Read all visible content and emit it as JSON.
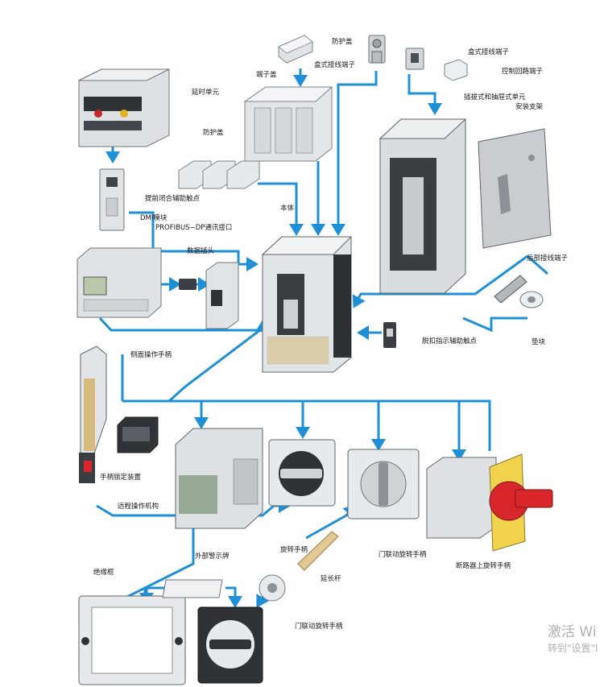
{
  "colors": {
    "connector_blue": "#1f8fd6",
    "device_body": "#e6e8ea",
    "device_dark": "#3a3d42",
    "handle_red": "#d8262a",
    "handle_yellow": "#f3c21b"
  },
  "labels": {
    "protective_cover_top": "防护盖",
    "box_terminal_top": "盒式接线端子",
    "box_terminal_right": "盒式接线端子",
    "control_circuit_terminal": "控制回路端子",
    "terminal_cover": "端子盖",
    "delay_unit": "延时单元",
    "plugin_withdrawable_unit": "插拔式和抽屉式单元",
    "mounting_bracket": "安装支架",
    "protective_cover_mid": "防护盖",
    "early_make_aux_contact": "提前闭合辅助触点",
    "dmi_module": "DMI模块",
    "profibus_interface": "PROFIBUS−DP通讯接口",
    "data_plug": "数据插头",
    "main_body": "本体",
    "rear_terminal": "后部接线端子",
    "trip_indicator_aux_contact": "脱扣指示辅助触点",
    "spacer": "垫块",
    "side_operating_handle": "侧面操作手柄",
    "handle_locking_device": "手柄锁定装置",
    "remote_operating_mechanism": "远程操作机构",
    "rotary_handle": "旋转手柄",
    "extension_shaft": "延长杆",
    "door_coupled_rotary_handle_1": "门联动旋转手柄",
    "breaker_mounted_rotary_handle": "断路器上旋转手柄",
    "insulating_frame": "绝缘框",
    "external_warning_sign": "外部警示牌",
    "door_coupled_rotary_handle_2": "门联动旋转手柄"
  },
  "watermark": {
    "line1": "激活 Wi",
    "line2": "转到\"设置\"l"
  }
}
